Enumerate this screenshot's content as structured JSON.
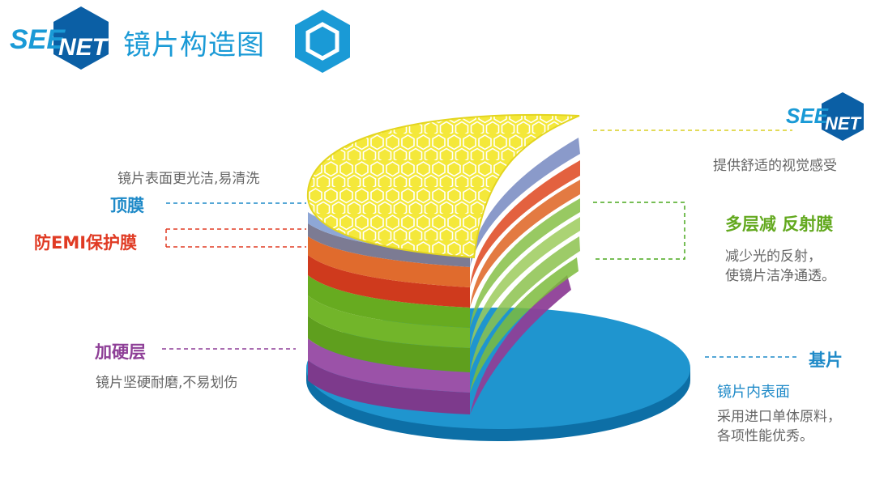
{
  "header": {
    "brand": "SEE NET",
    "title": "镜片构造图"
  },
  "colors": {
    "brand_blue": "#1a9ad6",
    "brand_dark": "#0b5fa5",
    "top_coat": "#1f8ac8",
    "emi_red": "#e03b24",
    "ar_green": "#63a91f",
    "hard_purple": "#8e3f97",
    "honeycomb_yellow": "#f3e630"
  },
  "callouts": {
    "top_note": "镜片表面更光洁,易清洗",
    "top_coat": "顶膜",
    "emi": "防EMI保护膜",
    "hard_coat": "加硬层",
    "hard_note": "镜片坚硬耐磨,不易划伤",
    "right_logo_text": "SEE NET",
    "comfort": "提供舒适的视觉感受",
    "ar_title": "多层减 反射膜",
    "ar_note_1": "减少光的反射，",
    "ar_note_2": "使镜片洁净通透。",
    "base_title": "基片",
    "base_sub": "镜片内表面",
    "base_note_1": "采用进口单体原料，",
    "base_note_2": "各项性能优秀。"
  }
}
